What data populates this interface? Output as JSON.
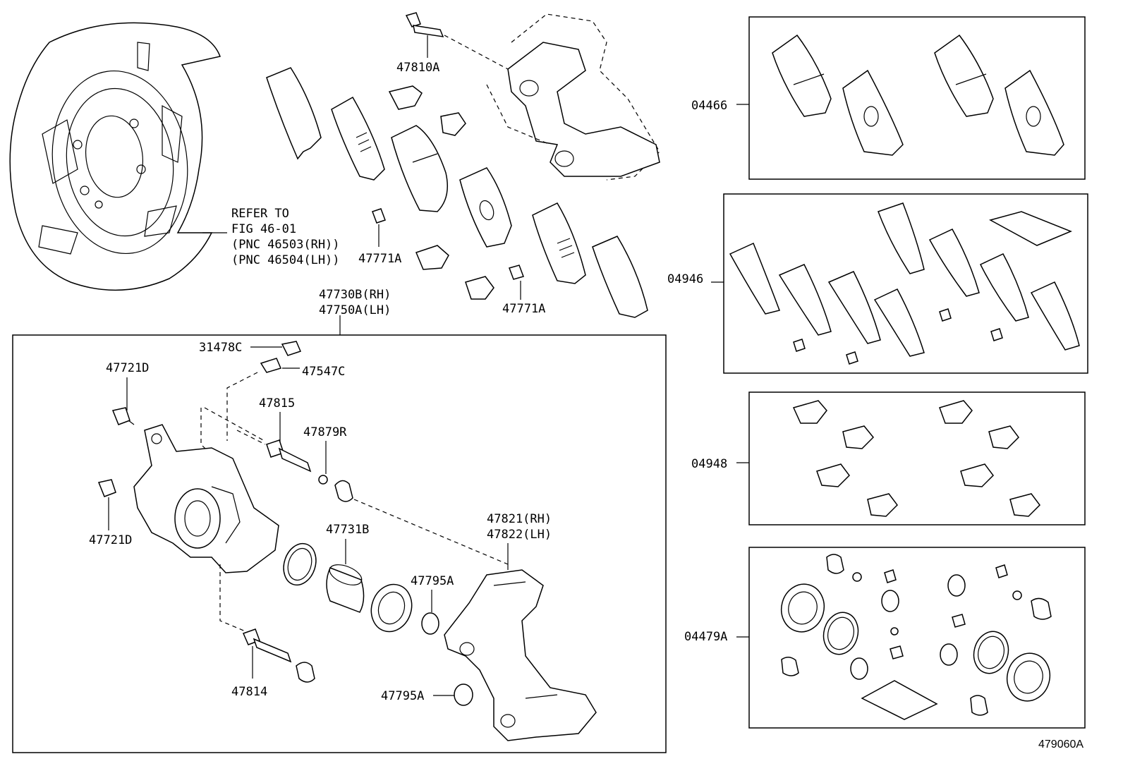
{
  "diagram_id": "479060A",
  "reference": {
    "line1": "REFER TO",
    "line2": "FIG 46-01",
    "line3": "(PNC 46503(RH))",
    "line4": "(PNC 46504(LH))"
  },
  "labels": {
    "p47810A": "47810A",
    "p47771A_1": "47771A",
    "p47771A_2": "47771A",
    "p47730B": "47730B(RH)",
    "p47750A": "47750A(LH)",
    "p31478C": "31478C",
    "p47547C": "47547C",
    "p47721D_top": "47721D",
    "p47721D_bottom": "47721D",
    "p47815": "47815",
    "p47879R": "47879R",
    "p47731B": "47731B",
    "p47821": "47821(RH)",
    "p47822": "47822(LH)",
    "p47795A_1": "47795A",
    "p47795A_2": "47795A",
    "p47814": "47814",
    "k04466": "04466",
    "k04946": "04946",
    "k04948": "04948",
    "k04479A": "04479A"
  }
}
